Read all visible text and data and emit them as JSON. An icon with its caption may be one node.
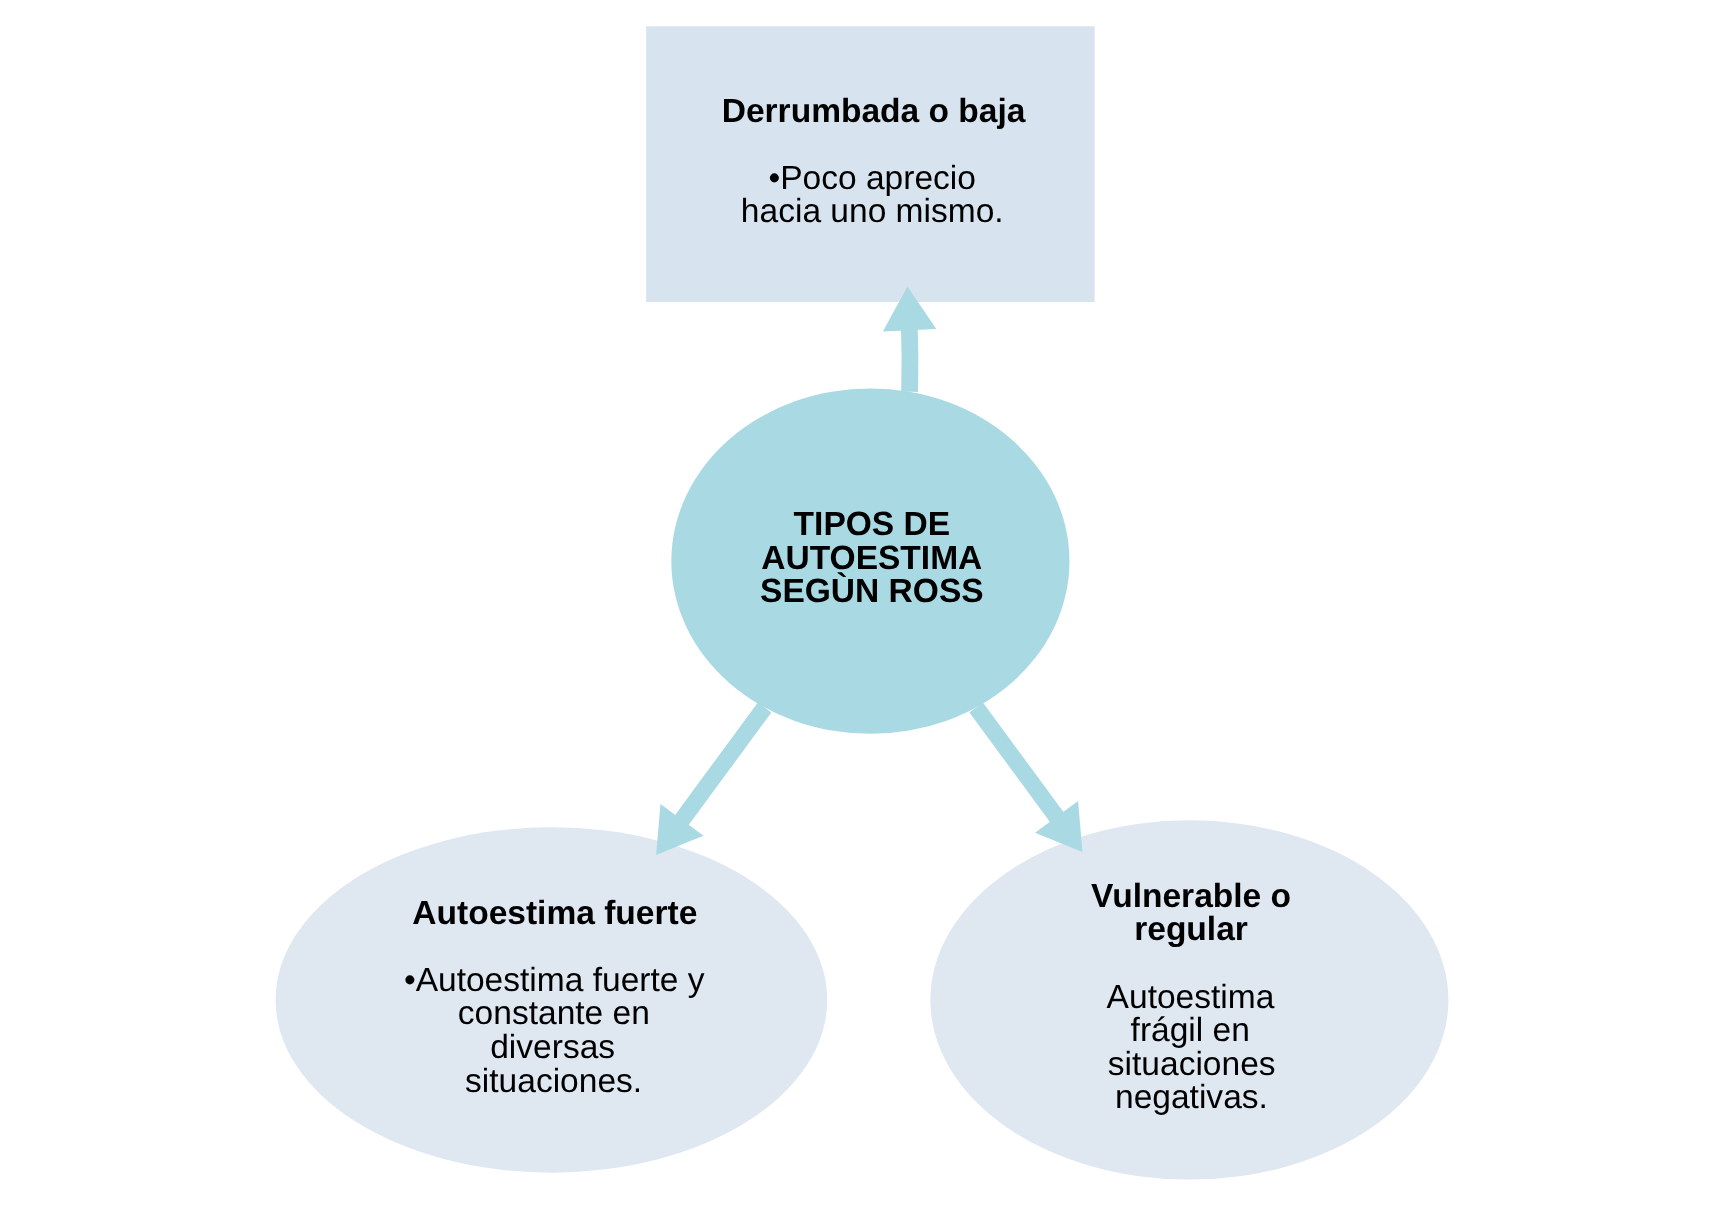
{
  "diagram": {
    "nodes": [
      {
        "text": [
          "TIPOS DE AUTOESTIMA SEGÙN ROSS"
        ]
      },
      {
        "text": [
          "Derrumbada o baja",
          "•Poco aprecio hacia uno mismo."
        ]
      },
      {
        "text": [
          "Autoestima fuerte",
          "•Autoestima fuerte y constante en diversas situaciones."
        ]
      },
      {
        "text": [
          "Vulnerable o regular",
          "Autoestima frágil en situaciones negativas."
        ]
      }
    ],
    "edges": [
      {
        "from": 0,
        "to": 1,
        "arrow": "to"
      },
      {
        "from": 0,
        "to": 2,
        "arrow": "to"
      },
      {
        "from": 0,
        "to": 3,
        "arrow": "to"
      }
    ]
  }
}
